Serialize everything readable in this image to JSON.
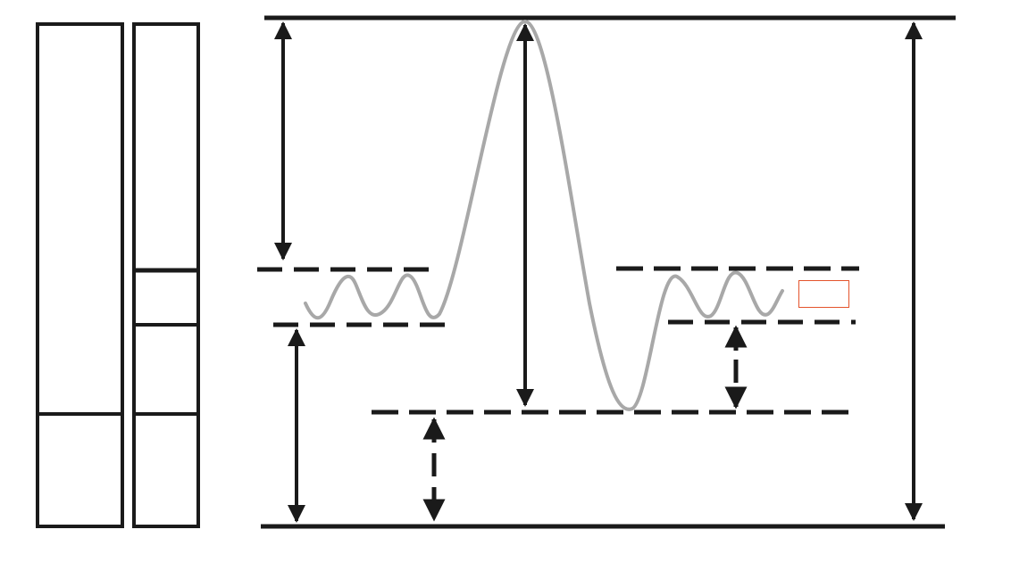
{
  "diagram": {
    "kind": "potential energy well diagram",
    "colors": {
      "line": "#1a1a1a",
      "curve": "#a8a8a8",
      "highlight_box": "#e4542c"
    },
    "left_columns": [
      {
        "section_count": 2
      },
      {
        "section_count": 4
      }
    ],
    "highlight_label": ""
  }
}
